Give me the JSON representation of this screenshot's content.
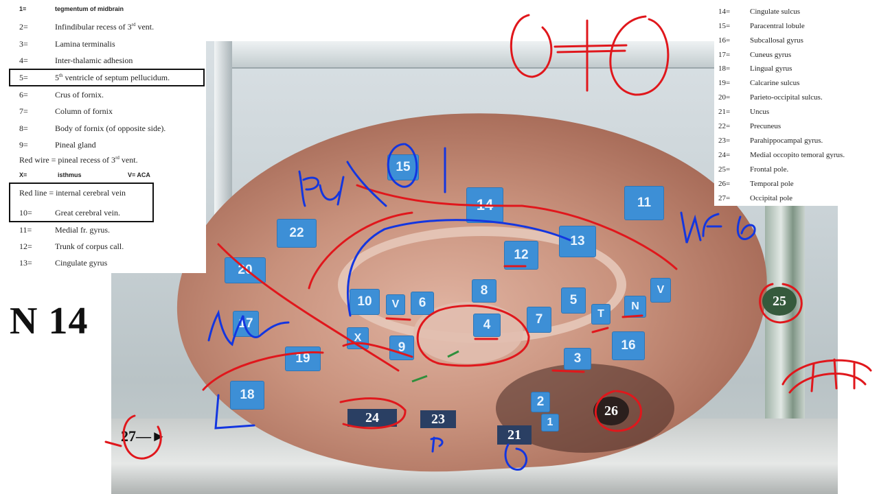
{
  "slide_number": "N 14",
  "legend_left": {
    "rows": [
      {
        "key": "1=",
        "text": "tegmentum of midbrain"
      },
      {
        "key": "2=",
        "text": "Infindibular recess of 3",
        "sup": "rd",
        "suffix": " vent."
      },
      {
        "key": "3=",
        "text": "Lamina terminalis"
      },
      {
        "key": "4=",
        "text": "Inter-thalamic adhesion"
      },
      {
        "key": "5=",
        "text": "5",
        "sup": "th",
        "suffix": " ventricle of septum pellucidum."
      },
      {
        "key": "6=",
        "text": "Crus of fornix."
      },
      {
        "key": "7=",
        "text": "Column of fornix"
      },
      {
        "key": "8=",
        "text": "Body of fornix (of opposite side)."
      },
      {
        "key": "9=",
        "text": "Pineal gland"
      }
    ],
    "red_wire": {
      "text": "Red wire = pineal recess of 3",
      "sup": "rd",
      "suffix": " vent."
    },
    "abbreviations": {
      "x_key": "X=",
      "x_value": "isthmus",
      "v_value": "V= ACA"
    },
    "red_line": "Red line = internal cerebral vein",
    "rows_2": [
      {
        "key": "10=",
        "text": "Great cerebral vein."
      },
      {
        "key": "11=",
        "text": "Medial fr. gyrus."
      },
      {
        "key": "12=",
        "text": "Trunk of corpus call."
      },
      {
        "key": "13=",
        "text": "Cingulate gyrus"
      }
    ]
  },
  "legend_right": {
    "rows": [
      {
        "key": "14=",
        "text": "Cingulate sulcus"
      },
      {
        "key": "15=",
        "text": "Paracentral lobule"
      },
      {
        "key": "16=",
        "text": "Subcallosal gyrus"
      },
      {
        "key": "17=",
        "text": "Cuneus gyrus"
      },
      {
        "key": "18=",
        "text": "Lingual gyrus"
      },
      {
        "key": "19=",
        "text": "Calcarine sulcus"
      },
      {
        "key": "20=",
        "text": "Parieto-occipital sulcus."
      },
      {
        "key": "21=",
        "text": "Uncus"
      },
      {
        "key": "22=",
        "text": "Precuneus"
      },
      {
        "key": "23=",
        "text": "Parahippocampal gyrus."
      },
      {
        "key": "24=",
        "text": "Medial occopito temoral gyrus."
      },
      {
        "key": "25=",
        "text": "Frontal pole."
      },
      {
        "key": "26=",
        "text": "Temporal pole"
      },
      {
        "key": "27=",
        "text": "Occipital pole"
      }
    ]
  },
  "specimen_tags": {
    "t15": "15",
    "t14": "14",
    "t11": "11",
    "t22": "22",
    "t13": "13",
    "t12": "12",
    "t20": "20",
    "t8": "8",
    "t10": "10",
    "tV1": "V",
    "t6": "6",
    "t5": "5",
    "tN": "N",
    "tV2": "V",
    "tT": "T",
    "t4": "4",
    "t7": "7",
    "t17": "17",
    "tX": "X",
    "t9": "9",
    "t19": "19",
    "t3": "3",
    "t16": "16",
    "t18": "18",
    "t2": "2",
    "t1": "1"
  },
  "specimen_pills": {
    "p24": "24",
    "p23": "23",
    "p21": "21",
    "p26": "26",
    "p25": "25",
    "p27": "27"
  },
  "annotation_colors": {
    "red": "#e0171c",
    "blue": "#1336e0",
    "tag_blue": "#3d8fd6"
  }
}
